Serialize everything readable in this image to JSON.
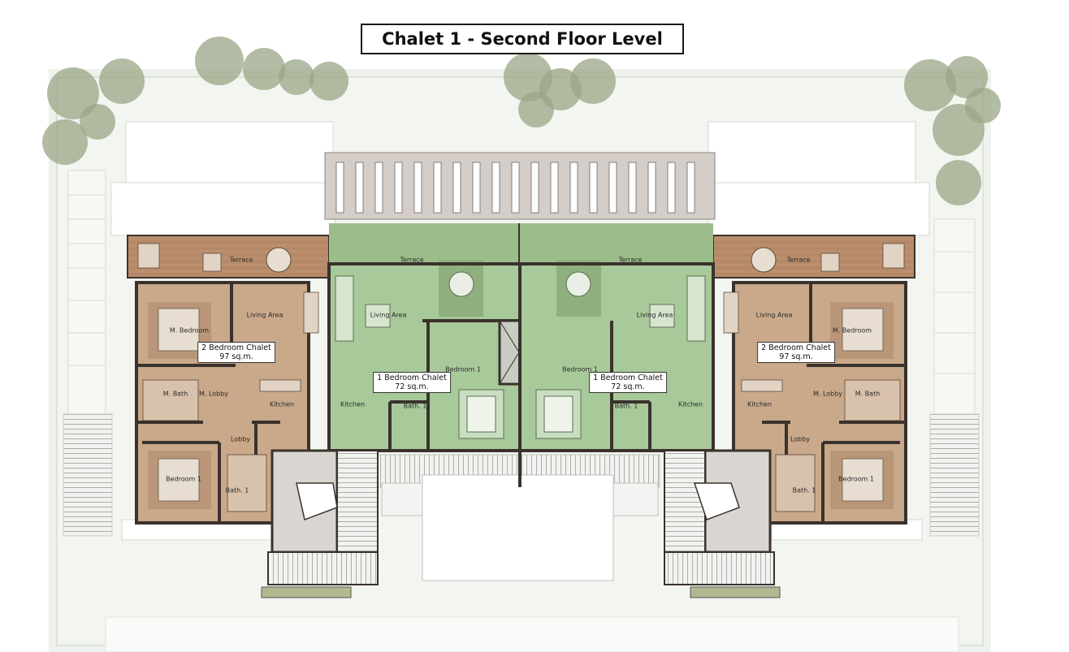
{
  "title": "Chalet 1 - Second Floor Level",
  "units": [
    {
      "name": "2 Bedroom Chalet",
      "area": "97 sq.m."
    },
    {
      "name": "1 Bedroom Chalet",
      "area": "72 sq.m."
    },
    {
      "name": "1 Bedroom Chalet",
      "area": "72 sq.m."
    },
    {
      "name": "2 Bedroom Chalet",
      "area": "97 sq.m."
    }
  ],
  "rooms": {
    "terrace": "Terrace",
    "living_area": "Living Area",
    "master_bedroom": "M. Bedroom",
    "master_bath": "M. Bath",
    "master_lobby": "M. Lobby",
    "kitchen": "Kitchen",
    "lobby": "Lobby",
    "bedroom_1": "Bedroom 1",
    "bath_1": "Bath. 1"
  },
  "colors": {
    "two_bedroom_unit": "#c9a98a",
    "one_bedroom_unit": "#a8c99a",
    "terrace_two_bedroom": "#b08868",
    "terrace_one_bedroom": "#9bbd8a",
    "walls": "#3a322c",
    "core": "#d9d5d0",
    "landscape": "#eef1ec",
    "trees": "#9aa585"
  }
}
